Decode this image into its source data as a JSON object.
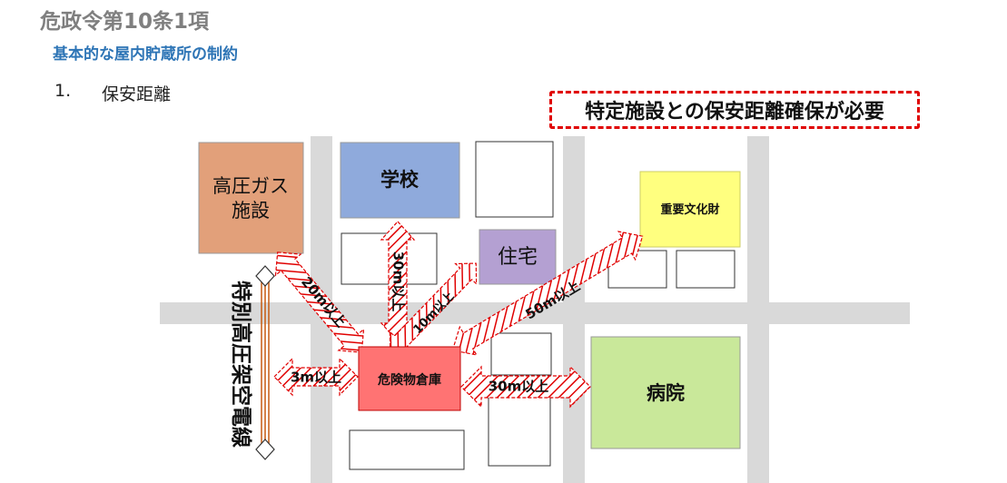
{
  "title": "危政令第10条1項",
  "subtitle": "基本的な屋内貯蔵所の制約",
  "item": {
    "number": "1.",
    "text": "保安距離"
  },
  "notice": "特定施設との保安距離確保が必要",
  "facilities": {
    "gas": [
      "高圧ガス",
      "施設"
    ],
    "school": "学校",
    "house": "住宅",
    "cultural": "重要文化財",
    "warehouse": "危険物倉庫",
    "hospital": "病院",
    "power_line": "特別高圧架空電線"
  },
  "distances": {
    "gas": "20m以上",
    "school": "30m以上",
    "house": "10m以上",
    "cultural": "50m以上",
    "power_line": "3m以上",
    "hospital": "30m以上"
  },
  "colors": {
    "road": "#d9d9d9",
    "gas": "#e2a07a",
    "school": "#8faadc",
    "house": "#b4a0d2",
    "cultural": "#ffff7f",
    "warehouse": "#ff7373",
    "hospital": "#c9e89a",
    "notice_border": "#e00000",
    "power_line": "#c55a11"
  }
}
